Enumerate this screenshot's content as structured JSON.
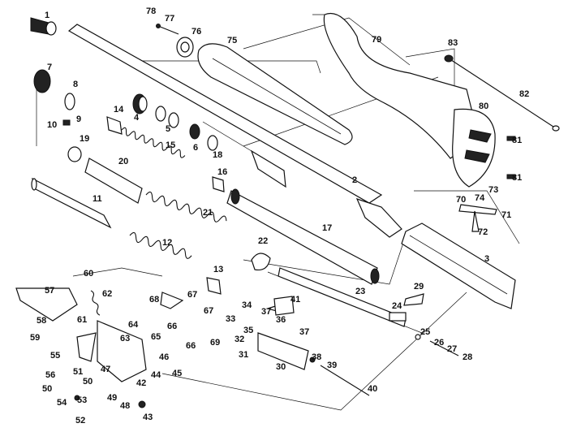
{
  "labels": [
    "1",
    "2",
    "3",
    "4",
    "5",
    "6",
    "7",
    "8",
    "9",
    "10",
    "11",
    "12",
    "13",
    "14",
    "15",
    "16",
    "17",
    "18",
    "19",
    "20",
    "21",
    "22",
    "23",
    "24",
    "25",
    "26",
    "27",
    "28",
    "29",
    "30",
    "31",
    "32",
    "33",
    "34",
    "35",
    "36",
    "37",
    "38",
    "39",
    "40",
    "41",
    "42",
    "43",
    "44",
    "45",
    "46",
    "47",
    "48",
    "49",
    "50",
    "51",
    "52",
    "53",
    "54",
    "55",
    "56",
    "57",
    "58",
    "59",
    "60",
    "61",
    "62",
    "63",
    "64",
    "65",
    "66",
    "67",
    "68",
    "69",
    "70",
    "71",
    "72",
    "73",
    "74",
    "75",
    "76",
    "77",
    "78",
    "79",
    "80",
    "81",
    "82",
    "83"
  ]
}
